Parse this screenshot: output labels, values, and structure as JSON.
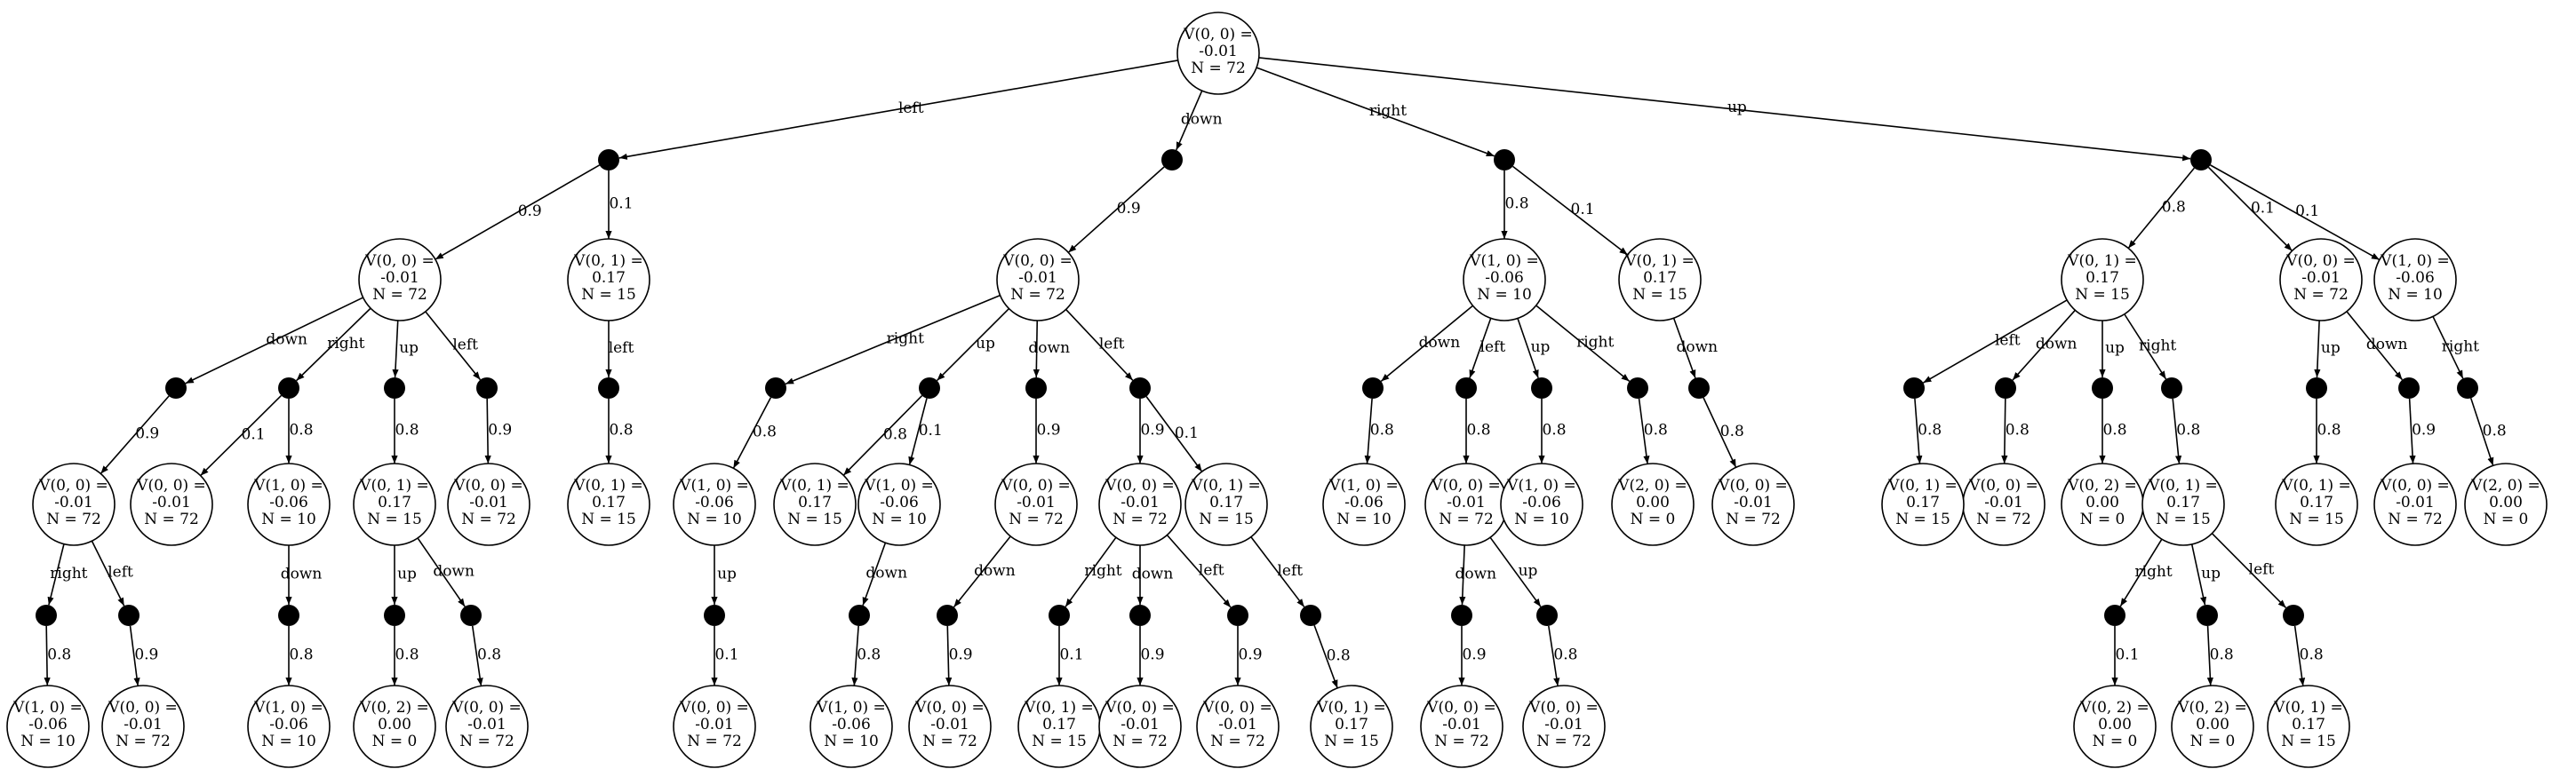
{
  "tree": {
    "states": [
      {
        "id": "root",
        "lines": [
          "V(0, 0) =",
          "-0.01",
          "N = 72"
        ]
      },
      {
        "id": "s1",
        "lines": [
          "V(0, 0) =",
          "-0.01",
          "N = 72"
        ]
      },
      {
        "id": "s2",
        "lines": [
          "V(0, 1) =",
          "0.17",
          "N = 15"
        ]
      },
      {
        "id": "s3",
        "lines": [
          "V(0, 0) =",
          "-0.01",
          "N = 72"
        ]
      },
      {
        "id": "s4",
        "lines": [
          "V(1, 0) =",
          "-0.06",
          "N = 10"
        ]
      },
      {
        "id": "s5",
        "lines": [
          "V(0, 1) =",
          "0.17",
          "N = 15"
        ]
      },
      {
        "id": "s6",
        "lines": [
          "V(0, 1) =",
          "0.17",
          "N = 15"
        ]
      },
      {
        "id": "s7",
        "lines": [
          "V(0, 0) =",
          "-0.01",
          "N = 72"
        ]
      },
      {
        "id": "s8",
        "lines": [
          "V(0, 0) =",
          "-0.01",
          "N = 72"
        ]
      },
      {
        "id": "s9",
        "lines": [
          "V(1, 0) =",
          "-0.06",
          "N = 10"
        ]
      },
      {
        "id": "s10",
        "lines": [
          "V(0, 1) =",
          "0.17",
          "N = 15"
        ]
      },
      {
        "id": "s11",
        "lines": [
          "V(0, 0) =",
          "-0.01",
          "N = 72"
        ]
      },
      {
        "id": "s12",
        "lines": [
          "V(0, 1) =",
          "0.17",
          "N = 15"
        ]
      },
      {
        "id": "s13",
        "lines": [
          "V(1, 0) =",
          "-0.06",
          "N = 10"
        ]
      },
      {
        "id": "s14",
        "lines": [
          "V(1, 0) =",
          "-0.06",
          "N = 10"
        ]
      },
      {
        "id": "s15",
        "lines": [
          "V(0, 1) =",
          "0.17",
          "N = 15"
        ]
      },
      {
        "id": "s16",
        "lines": [
          "V(0, 0) =",
          "-0.01",
          "N = 72"
        ]
      },
      {
        "id": "s17",
        "lines": [
          "V(0, 0) =",
          "-0.01",
          "N = 72"
        ]
      },
      {
        "id": "s18",
        "lines": [
          "V(0, 2) =",
          "0.00",
          "N = 0"
        ]
      },
      {
        "id": "s19",
        "lines": [
          "V(0, 0) =",
          "-0.01",
          "N = 72"
        ]
      },
      {
        "id": "s20",
        "lines": [
          "V(0, 0) =",
          "-0.01",
          "N = 72"
        ]
      },
      {
        "id": "s21",
        "lines": [
          "V(0, 1) =",
          "0.17",
          "N = 15"
        ]
      },
      {
        "id": "s22",
        "lines": [
          "V(1, 0) =",
          "-0.06",
          "N = 10"
        ]
      },
      {
        "id": "s23",
        "lines": [
          "V(0, 0) =",
          "-0.01",
          "N = 72"
        ]
      },
      {
        "id": "s24",
        "lines": [
          "V(0, 0) =",
          "-0.01",
          "N = 72"
        ]
      },
      {
        "id": "s25",
        "lines": [
          "V(0, 1) =",
          "0.17",
          "N = 15"
        ]
      },
      {
        "id": "s26",
        "lines": [
          "V(0, 0) =",
          "-0.01",
          "N = 72"
        ]
      },
      {
        "id": "s27",
        "lines": [
          "V(0, 0) =",
          "-0.01",
          "N = 72"
        ]
      },
      {
        "id": "s28",
        "lines": [
          "V(0, 1) =",
          "0.17",
          "N = 15"
        ]
      },
      {
        "id": "s29",
        "lines": [
          "V(0, 0) =",
          "-0.01",
          "N = 72"
        ]
      },
      {
        "id": "s30",
        "lines": [
          "V(0, 1) =",
          "0.17",
          "N = 15"
        ]
      },
      {
        "id": "s31",
        "lines": [
          "V(1, 0) =",
          "-0.06",
          "N = 10"
        ]
      },
      {
        "id": "s32",
        "lines": [
          "V(0, 0) =",
          "-0.01",
          "N = 72"
        ]
      },
      {
        "id": "s33",
        "lines": [
          "V(1, 0) =",
          "-0.06",
          "N = 10"
        ]
      },
      {
        "id": "s34",
        "lines": [
          "V(2, 0) =",
          "0.00",
          "N = 0"
        ]
      },
      {
        "id": "s35",
        "lines": [
          "V(0, 0) =",
          "-0.01",
          "N = 72"
        ]
      },
      {
        "id": "s36",
        "lines": [
          "V(0, 0) =",
          "-0.01",
          "N = 72"
        ]
      },
      {
        "id": "s37",
        "lines": [
          "V(0, 1) =",
          "0.17",
          "N = 15"
        ]
      },
      {
        "id": "s38",
        "lines": [
          "V(0, 1) =",
          "0.17",
          "N = 15"
        ]
      },
      {
        "id": "s39",
        "lines": [
          "V(0, 0) =",
          "-0.01",
          "N = 72"
        ]
      },
      {
        "id": "s40",
        "lines": [
          "V(1, 0) =",
          "-0.06",
          "N = 10"
        ]
      },
      {
        "id": "s41",
        "lines": [
          "V(0, 1) =",
          "0.17",
          "N = 15"
        ]
      },
      {
        "id": "s42",
        "lines": [
          "V(0, 0) =",
          "-0.01",
          "N = 72"
        ]
      },
      {
        "id": "s43",
        "lines": [
          "V(0, 2) =",
          "0.00",
          "N = 0"
        ]
      },
      {
        "id": "s44",
        "lines": [
          "V(0, 1) =",
          "0.17",
          "N = 15"
        ]
      },
      {
        "id": "s45",
        "lines": [
          "V(0, 0) =",
          "-0.01",
          "N = 72"
        ]
      },
      {
        "id": "s46",
        "lines": [
          "V(2, 0) =",
          "0.00",
          "N = 0"
        ]
      },
      {
        "id": "s47",
        "lines": [
          "V(0, 2) =",
          "0.00",
          "N = 0"
        ]
      },
      {
        "id": "s48",
        "lines": [
          "V(0, 2) =",
          "0.00",
          "N = 0"
        ]
      },
      {
        "id": "s49",
        "lines": [
          "V(0, 1) =",
          "0.17",
          "N = 15"
        ]
      }
    ],
    "chances": [
      "c1",
      "c2",
      "c3",
      "c4",
      "c5",
      "c6",
      "c7",
      "c8",
      "c9",
      "c10",
      "c11",
      "c12",
      "c13",
      "c14",
      "c15",
      "c16",
      "c17",
      "c18",
      "c19",
      "c20",
      "c21",
      "c22",
      "c23",
      "c24",
      "c25",
      "c26",
      "c27",
      "c28",
      "c29",
      "c30",
      "c31",
      "c32",
      "c33",
      "c34",
      "c35",
      "c36",
      "c37"
    ],
    "edges": [
      {
        "from": "root",
        "to": "c1",
        "label": "left"
      },
      {
        "from": "root",
        "to": "c2",
        "label": "down"
      },
      {
        "from": "root",
        "to": "c3",
        "label": "right"
      },
      {
        "from": "root",
        "to": "c4",
        "label": "up"
      },
      {
        "from": "c1",
        "to": "s1",
        "label": "0.9"
      },
      {
        "from": "c1",
        "to": "s2",
        "label": "0.1"
      },
      {
        "from": "c2",
        "to": "s3",
        "label": "0.9"
      },
      {
        "from": "c3",
        "to": "s4",
        "label": "0.8"
      },
      {
        "from": "c3",
        "to": "s5",
        "label": "0.1"
      },
      {
        "from": "c4",
        "to": "s6",
        "label": "0.8"
      },
      {
        "from": "c4",
        "to": "s7",
        "label": "0.1"
      },
      {
        "from": "c4",
        "to": "s40",
        "label": "0.1"
      },
      {
        "from": "s1",
        "to": "c5",
        "label": "down"
      },
      {
        "from": "s1",
        "to": "c6",
        "label": "right"
      },
      {
        "from": "s1",
        "to": "c7",
        "label": "up"
      },
      {
        "from": "s1",
        "to": "c8",
        "label": "left"
      },
      {
        "from": "s2",
        "to": "c9",
        "label": "left"
      },
      {
        "from": "c5",
        "to": "s8",
        "label": "0.9"
      },
      {
        "from": "c6",
        "to": "s19",
        "label": "0.1"
      },
      {
        "from": "c6",
        "to": "s9",
        "label": "0.8"
      },
      {
        "from": "c7",
        "to": "s10",
        "label": "0.8"
      },
      {
        "from": "c8",
        "to": "s11",
        "label": "0.9"
      },
      {
        "from": "c9",
        "to": "s12",
        "label": "0.8"
      },
      {
        "from": "s3",
        "to": "c10",
        "label": "right"
      },
      {
        "from": "s3",
        "to": "c11",
        "label": "up"
      },
      {
        "from": "s3",
        "to": "c12",
        "label": "down"
      },
      {
        "from": "s3",
        "to": "c13",
        "label": "left"
      },
      {
        "from": "c10",
        "to": "s13",
        "label": "0.8"
      },
      {
        "from": "c11",
        "to": "s41",
        "label": "0.8"
      },
      {
        "from": "c11",
        "to": "s14",
        "label": "0.1"
      },
      {
        "from": "c12",
        "to": "s20",
        "label": "0.9"
      },
      {
        "from": "c13",
        "to": "s16",
        "label": "0.9"
      },
      {
        "from": "c13",
        "to": "s15",
        "label": "0.1"
      },
      {
        "from": "s4",
        "to": "c14",
        "label": "down"
      },
      {
        "from": "s4",
        "to": "c15",
        "label": "left"
      },
      {
        "from": "s4",
        "to": "c16",
        "label": "up"
      },
      {
        "from": "s4",
        "to": "c17",
        "label": "right"
      },
      {
        "from": "s5",
        "to": "c18",
        "label": "down"
      },
      {
        "from": "c14",
        "to": "s22",
        "label": "0.8"
      },
      {
        "from": "c15",
        "to": "s17",
        "label": "0.8"
      },
      {
        "from": "c16",
        "to": "s31",
        "label": "0.8"
      },
      {
        "from": "c17",
        "to": "s34",
        "label": "0.8"
      },
      {
        "from": "c18",
        "to": "s23",
        "label": "0.8"
      },
      {
        "from": "s6",
        "to": "c19",
        "label": "left"
      },
      {
        "from": "s6",
        "to": "c20",
        "label": "down"
      },
      {
        "from": "s6",
        "to": "c21",
        "label": "up"
      },
      {
        "from": "s6",
        "to": "c22",
        "label": "right"
      },
      {
        "from": "s7",
        "to": "c23",
        "label": "up"
      },
      {
        "from": "s7",
        "to": "c24",
        "label": "down"
      },
      {
        "from": "s40",
        "to": "c25",
        "label": "right"
      },
      {
        "from": "c19",
        "to": "s37",
        "label": "0.8"
      },
      {
        "from": "c20",
        "to": "s24",
        "label": "0.8"
      },
      {
        "from": "c21",
        "to": "s43",
        "label": "0.8"
      },
      {
        "from": "c22",
        "to": "s44",
        "label": "0.8"
      },
      {
        "from": "c23",
        "to": "s38",
        "label": "0.8"
      },
      {
        "from": "c24",
        "to": "s39",
        "label": "0.9"
      },
      {
        "from": "c25",
        "to": "s46",
        "label": "0.8"
      },
      {
        "from": "s8",
        "to": "c26",
        "label": "right"
      },
      {
        "from": "s8",
        "to": "c27",
        "label": "left"
      },
      {
        "from": "s9",
        "to": "c28",
        "label": "down"
      },
      {
        "from": "s10",
        "to": "c29",
        "label": "up"
      },
      {
        "from": "s10",
        "to": "c30",
        "label": "down"
      },
      {
        "from": "c26",
        "to": "s33",
        "label": "0.8"
      },
      {
        "from": "c27",
        "to": "s35",
        "label": "0.9"
      },
      {
        "from": "c28",
        "to": "s14b",
        "label": "0.8"
      },
      {
        "from": "c29",
        "to": "s18",
        "label": "0.8"
      },
      {
        "from": "c30",
        "to": "s36",
        "label": "0.8"
      },
      {
        "from": "s13",
        "to": "c31",
        "label": "up"
      },
      {
        "from": "s14",
        "to": "c32",
        "label": "down"
      },
      {
        "from": "s20",
        "to": "c33",
        "label": "down"
      },
      {
        "from": "c31",
        "to": "s26",
        "label": "0.1"
      },
      {
        "from": "c32",
        "to": "s22b",
        "label": "0.8"
      },
      {
        "from": "c33",
        "to": "s27",
        "label": "0.9"
      },
      {
        "from": "s16",
        "to": "c34",
        "label": "right"
      },
      {
        "from": "s16",
        "to": "c35",
        "label": "down"
      },
      {
        "from": "s16",
        "to": "c36",
        "label": "left"
      },
      {
        "from": "s15",
        "to": "c37",
        "label": "left"
      },
      {
        "from": "c34",
        "to": "s28",
        "label": "0.1"
      },
      {
        "from": "c35",
        "to": "s29",
        "label": "0.9"
      },
      {
        "from": "c36",
        "to": "s32",
        "label": "0.9"
      },
      {
        "from": "c37",
        "to": "s30",
        "label": "0.8"
      },
      {
        "from": "s17",
        "to": "c38",
        "label": "down"
      },
      {
        "from": "s17",
        "to": "c39",
        "label": "up"
      },
      {
        "from": "c38",
        "to": "s42",
        "label": "0.9"
      },
      {
        "from": "c39",
        "to": "s45",
        "label": "0.8"
      },
      {
        "from": "s44",
        "to": "c40",
        "label": "right"
      },
      {
        "from": "s44",
        "to": "c41",
        "label": "up"
      },
      {
        "from": "s44",
        "to": "c42",
        "label": "left"
      },
      {
        "from": "c40",
        "to": "s47",
        "label": "0.1"
      },
      {
        "from": "c41",
        "to": "s48",
        "label": "0.8"
      },
      {
        "from": "c42",
        "to": "s49",
        "label": "0.8"
      }
    ],
    "extra_states": [
      {
        "id": "s14b",
        "lines": [
          "V(1, 0) =",
          "-0.06",
          "N = 10"
        ]
      },
      {
        "id": "s22b",
        "lines": [
          "V(1, 0) =",
          "-0.06",
          "N = 10"
        ]
      }
    ],
    "extra_chances": [
      "c38",
      "c39",
      "c40",
      "c41",
      "c42"
    ]
  }
}
